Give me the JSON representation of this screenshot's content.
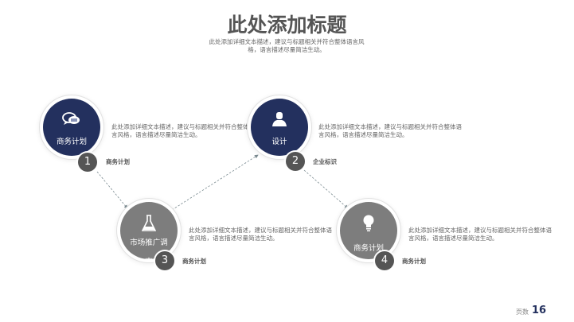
{
  "title": "此处添加标题",
  "subtitle": "此处添加详细文本描述，建议与标题相关并符合整体语言风格，语言描述尽量简洁生动。",
  "colors": {
    "navy": "#23305e",
    "gray": "#7d7d7d",
    "badge": "#555555"
  },
  "steps": [
    {
      "number": "1",
      "label": "商务计划",
      "icon": "chat-bubbles-icon",
      "desc": "此处添加详细文本描述，建议与标题相关并符合整体语言风格，语言描述尽量简洁生动。",
      "tag": "商务计划"
    },
    {
      "number": "2",
      "label": "设计",
      "icon": "user-icon",
      "desc": "此处添加详细文本描述，建议与标题相关并符合整体语言风格，语言描述尽量简洁生动。",
      "tag": "企业标识"
    },
    {
      "number": "3",
      "label": "市场推广调查",
      "icon": "flask-icon",
      "desc": "此处添加详细文本描述，建议与标题相关并符合整体语言风格，语言描述尽量简洁生动。",
      "tag": "商务计划"
    },
    {
      "number": "4",
      "label": "商务计划",
      "icon": "lightbulb-icon",
      "desc": "此处添加详细文本描述，建议与标题相关并符合整体语言风格，语言描述尽量简洁生动。",
      "tag": "商务计划"
    }
  ],
  "footer": {
    "label": "页数",
    "page": "16"
  }
}
